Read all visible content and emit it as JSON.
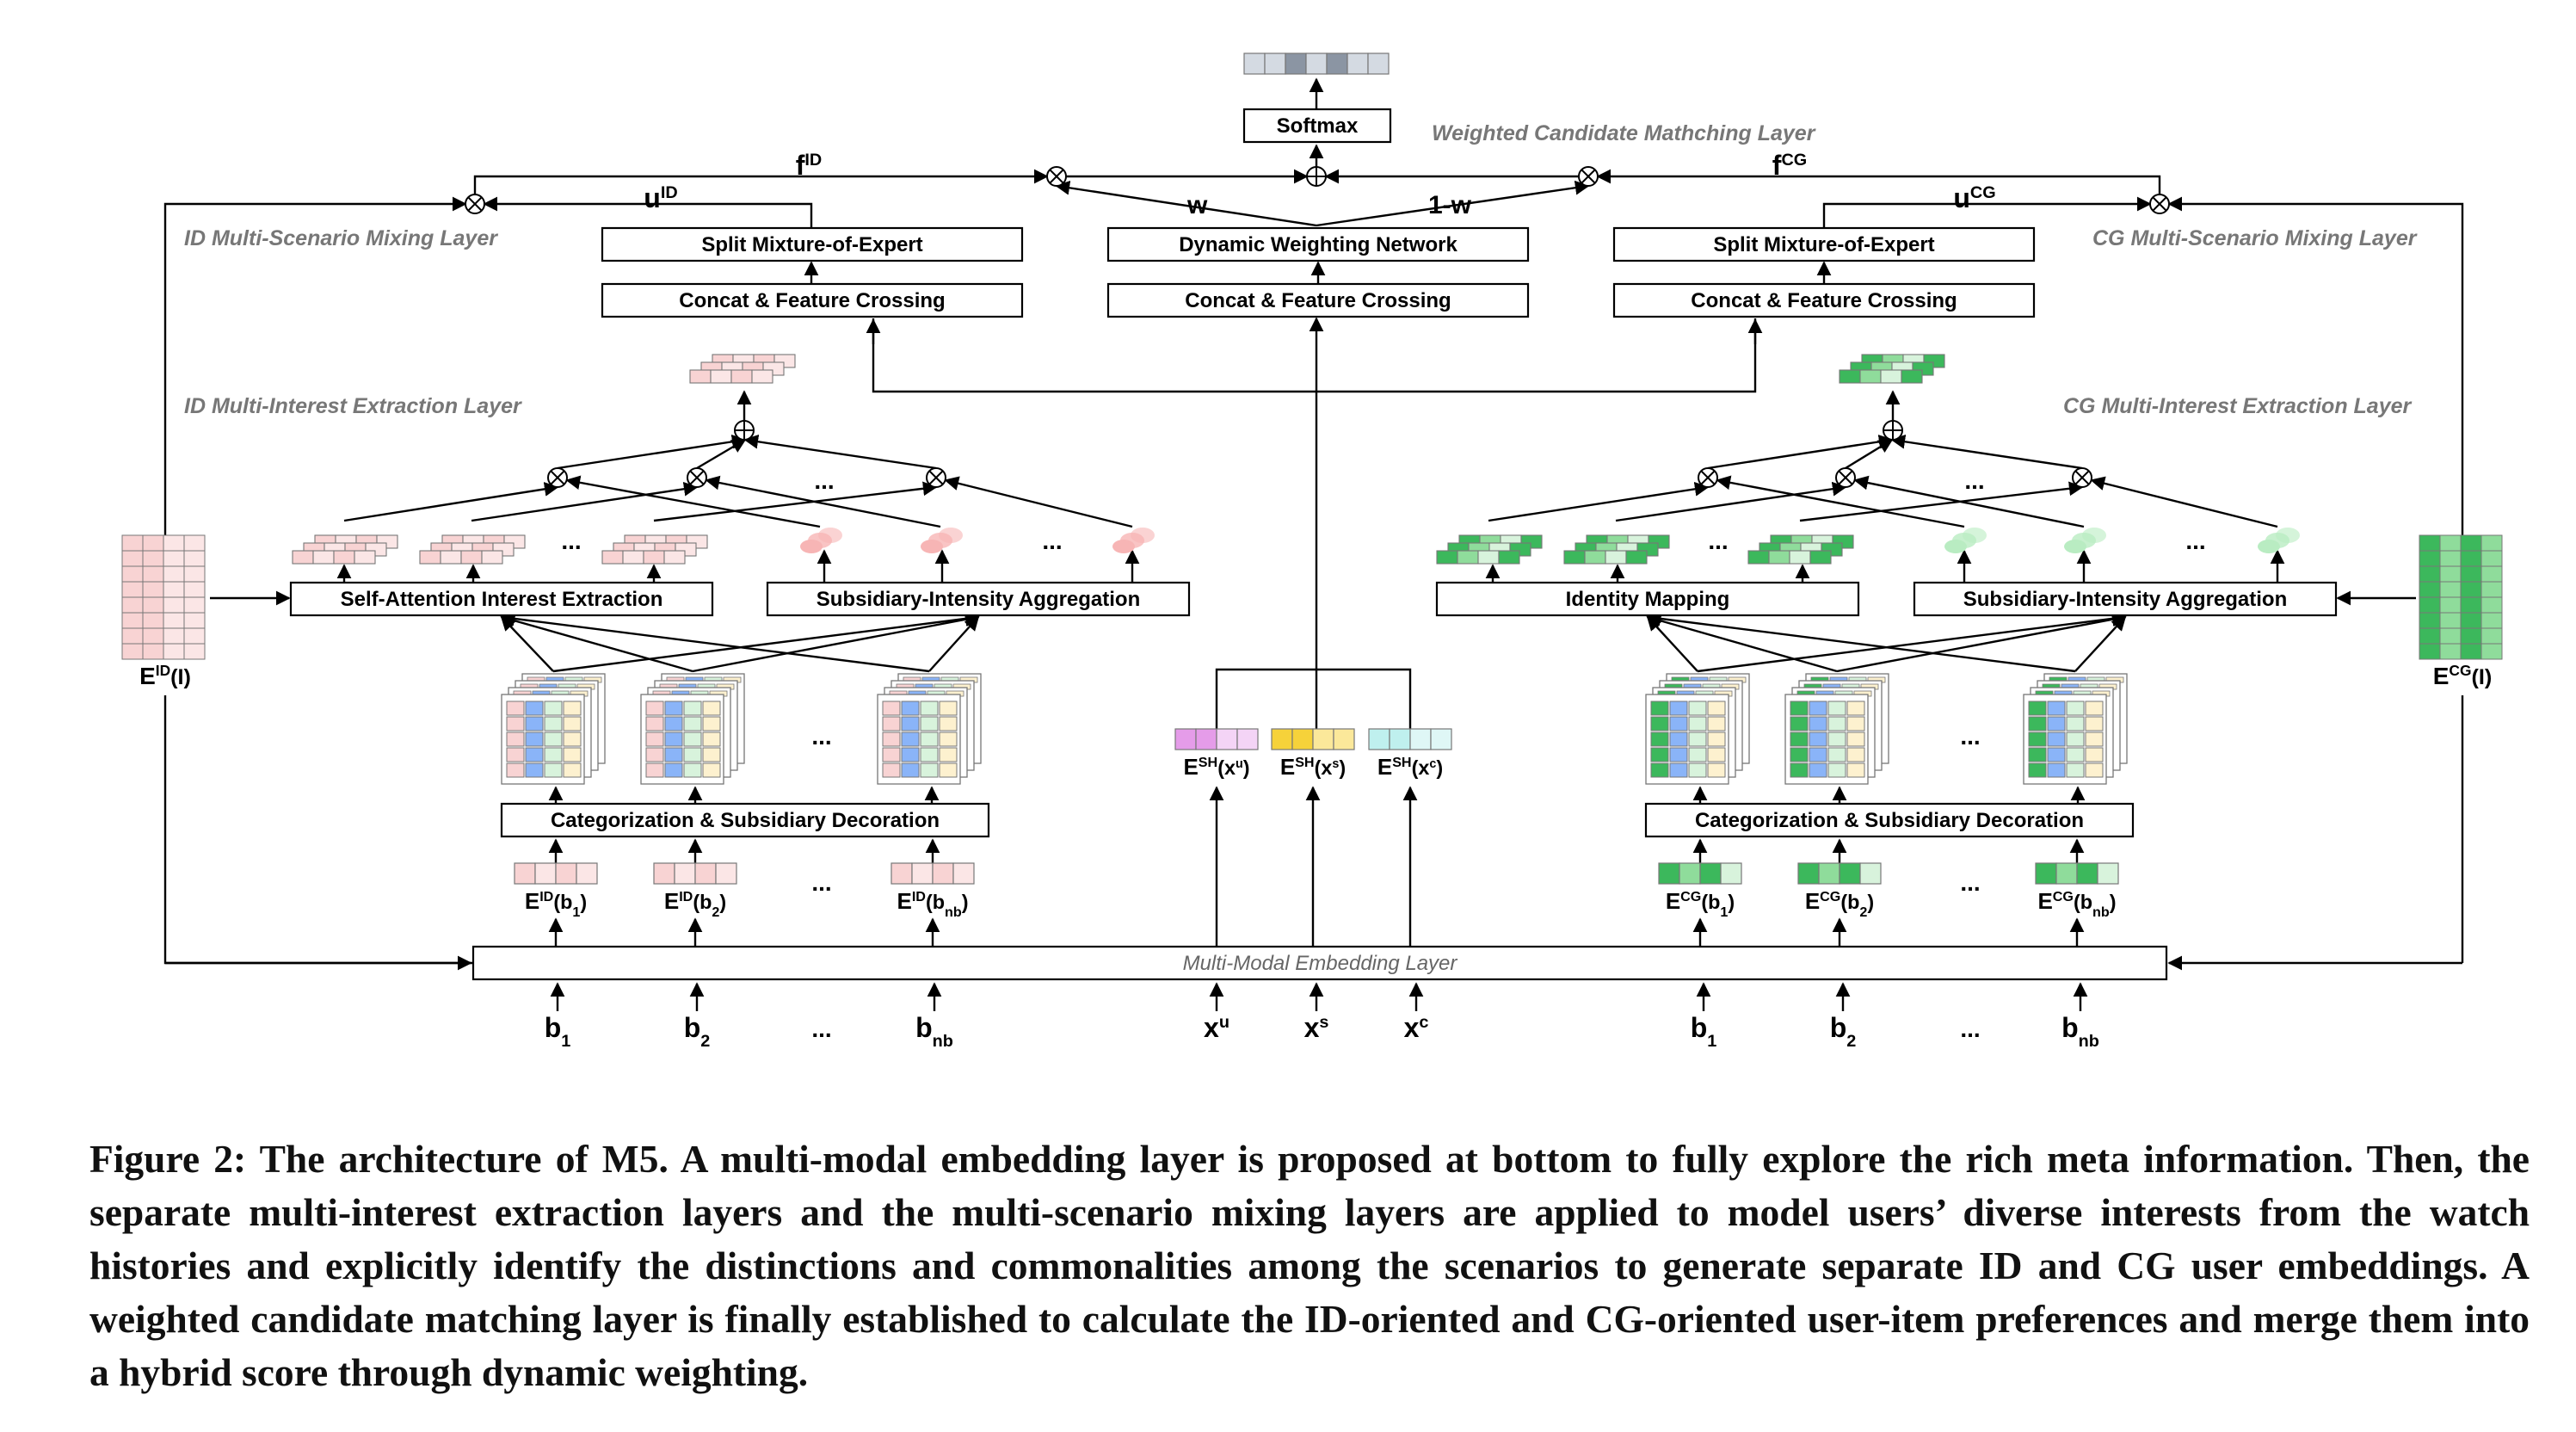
{
  "diagram": {
    "top_vector": "",
    "softmax": "Softmax",
    "weighted_layer": "Weighted Candidate Mathching Layer",
    "f_id": "f",
    "f_id_sup": "ID",
    "f_cg": "f",
    "f_cg_sup": "CG",
    "u_id": "u",
    "u_id_sup": "ID",
    "u_cg": "u",
    "u_cg_sup": "CG",
    "w": "w",
    "one_minus_w": "1-w",
    "id_mixing_layer": "ID Multi-Scenario Mixing Layer",
    "cg_mixing_layer": "CG Multi-Scenario Mixing Layer",
    "split_moe_left": "Split Mixture-of-Expert",
    "split_moe_right": "Split Mixture-of-Expert",
    "dynamic_weighting": "Dynamic Weighting Network",
    "concat_left": "Concat & Feature Crossing",
    "concat_mid": "Concat & Feature Crossing",
    "concat_right": "Concat & Feature Crossing",
    "id_extraction_layer": "ID Multi-Interest Extraction Layer",
    "cg_extraction_layer": "CG Multi-Interest Extraction Layer",
    "self_attention": "Self-Attention Interest Extraction",
    "subsidiary_left": "Subsidiary-Intensity Aggregation",
    "identity_mapping": "Identity Mapping",
    "subsidiary_right": "Subsidiary-Intensity Aggregation",
    "categorization_left": "Categorization & Subsidiary Decoration",
    "categorization_right": "Categorization & Subsidiary Decoration",
    "ellipsis": "...",
    "e_id_matrix": "E",
    "e_id_matrix_sup": "ID",
    "e_id_matrix_arg": "(I)",
    "e_cg_matrix": "E",
    "e_cg_matrix_sup": "CG",
    "e_cg_matrix_arg": "(I)",
    "embedding_layer": "Multi-Modal Embedding Layer",
    "id_embeddings": [
      {
        "base": "E",
        "sup": "ID",
        "arg": "(b",
        "sub": "1",
        "close": ")"
      },
      {
        "base": "E",
        "sup": "ID",
        "arg": "(b",
        "sub": "2",
        "close": ")"
      },
      {
        "base": "E",
        "sup": "ID",
        "arg": "(b",
        "sub": "nb",
        "close": ")"
      }
    ],
    "cg_embeddings": [
      {
        "base": "E",
        "sup": "CG",
        "arg": "(b",
        "sub": "1",
        "close": ")"
      },
      {
        "base": "E",
        "sup": "CG",
        "arg": "(b",
        "sub": "2",
        "close": ")"
      },
      {
        "base": "E",
        "sup": "CG",
        "arg": "(b",
        "sub": "nb",
        "close": ")"
      }
    ],
    "shared_embeddings": [
      {
        "base": "E",
        "sup": "SH",
        "arg": "(x",
        "argsup": "u",
        "close": ")"
      },
      {
        "base": "E",
        "sup": "SH",
        "arg": "(x",
        "argsup": "s",
        "close": ")"
      },
      {
        "base": "E",
        "sup": "SH",
        "arg": "(x",
        "argsup": "c",
        "close": ")"
      }
    ],
    "inputs_left": [
      {
        "base": "b",
        "sub": "1"
      },
      {
        "base": "b",
        "sub": "2"
      },
      {
        "base": "b",
        "sub": "nb"
      }
    ],
    "inputs_mid": [
      {
        "base": "x",
        "sup": "u"
      },
      {
        "base": "x",
        "sup": "s"
      },
      {
        "base": "x",
        "sup": "c"
      }
    ],
    "inputs_right": [
      {
        "base": "b",
        "sub": "1"
      },
      {
        "base": "b",
        "sub": "2"
      },
      {
        "base": "b",
        "sub": "nb"
      }
    ]
  },
  "colors": {
    "id_pink": "#f8d3d3",
    "id_pink_light": "#fbe6e6",
    "cg_green_dark": "#3cb85c",
    "cg_green_mid": "#8fdc9b",
    "cg_green_light": "#d8f3dc",
    "blue": "#8ab4f8",
    "yellow_light": "#fdf1cf",
    "purple": "#e59ce9",
    "yellow": "#f6d23a",
    "cyan": "#bff0ee",
    "gray_dark": "#8b95a3",
    "gray_light": "#d4dae2"
  },
  "caption": "Figure 2: The architecture of M5. A multi-modal embedding layer is proposed at bottom to fully explore the rich meta information. Then, the separate multi-interest extraction layers and the multi-scenario mixing layers are applied to model users’ diverse interests from the watch histories and explicitly identify the distinctions and commonalities among the scenarios to generate separate ID and CG user embeddings. A weighted candidate matching layer is finally established to calculate the ID-oriented and CG-oriented user-item preferences and merge them into a hybrid score through dynamic weighting."
}
